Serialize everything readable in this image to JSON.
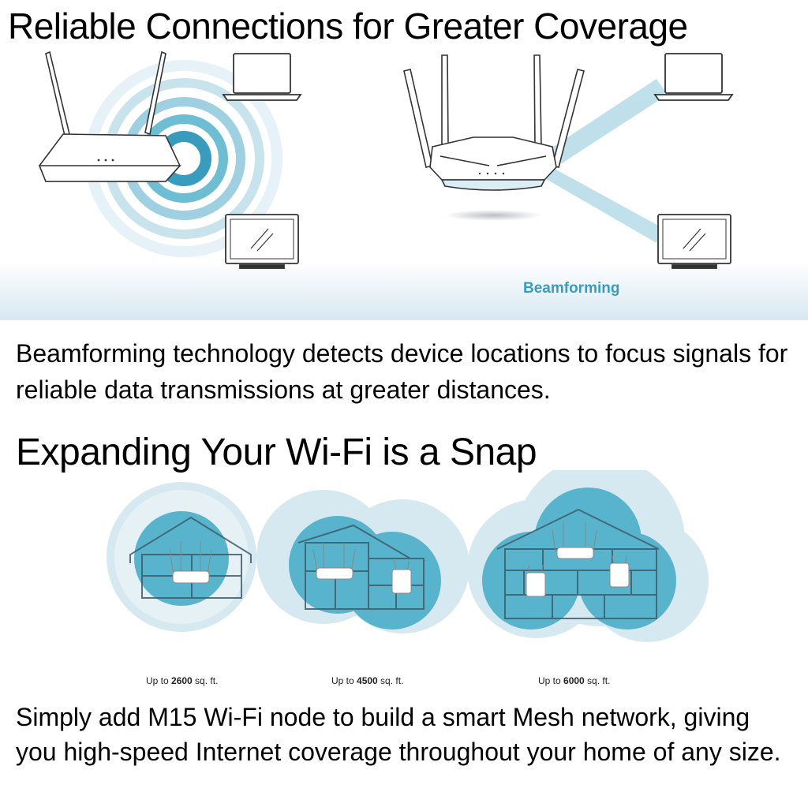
{
  "section1": {
    "title": "Reliable Connections for Greater Coverage",
    "label": "Beamforming",
    "description": "Beamforming technology detects device locations to focus signals for reliable data transmissions at greater distances."
  },
  "section2": {
    "title": "Expanding Your Wi-Fi is a Snap",
    "captions": [
      {
        "prefix": "Up to ",
        "value": "2600",
        "suffix": " sq. ft."
      },
      {
        "prefix": "Up to ",
        "value": "4500",
        "suffix": " sq. ft."
      },
      {
        "prefix": "Up to ",
        "value": "6000",
        "suffix": " sq. ft."
      }
    ],
    "description": "Simply add M15 Wi-Fi node to build a smart Mesh network, giving you high-speed Internet coverage throughout your home of any size."
  },
  "colors": {
    "accent": "#3a9cbd",
    "signal": "#4bb0cc",
    "mesh_fill": "#58b4cc",
    "mesh_halo": "#d2e6ef"
  }
}
